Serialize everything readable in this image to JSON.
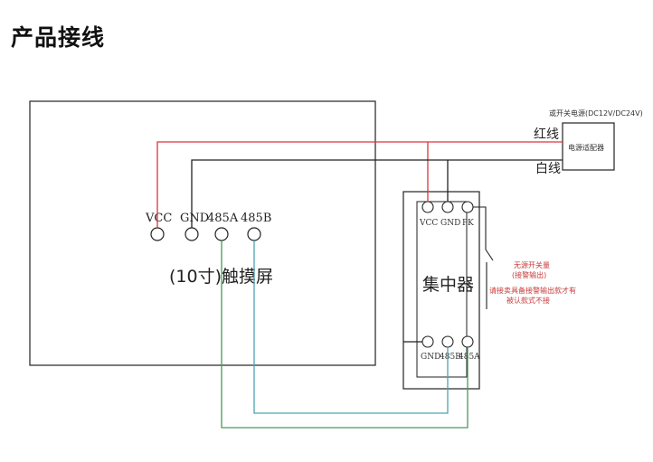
{
  "page": {
    "title": "产品接线"
  },
  "touchscreen": {
    "label": "(10寸)触摸屏",
    "terminals": [
      "VCC",
      "GND",
      "485A",
      "485B"
    ]
  },
  "concentrator": {
    "label": "集中器",
    "top_terminals": [
      "VCC",
      "GND",
      "PK"
    ],
    "bottom_terminals": [
      "GND",
      "485B",
      "485A"
    ]
  },
  "power": {
    "note": "或开关电源(DC12V/DC24V)",
    "adapter_label": "电源适配器",
    "red_wire_label": "红线",
    "white_wire_label": "白线"
  },
  "annotation": {
    "line1": "无源开关量",
    "line2": "(接警输出)",
    "line3": "请接卖具备接警输出款才有",
    "line4": "被认款式不接"
  },
  "colors": {
    "red_wire": "#d9363e",
    "black_wire": "#222222",
    "blue_wire": "#4aa3b5",
    "green_wire": "#4a9a5a"
  }
}
